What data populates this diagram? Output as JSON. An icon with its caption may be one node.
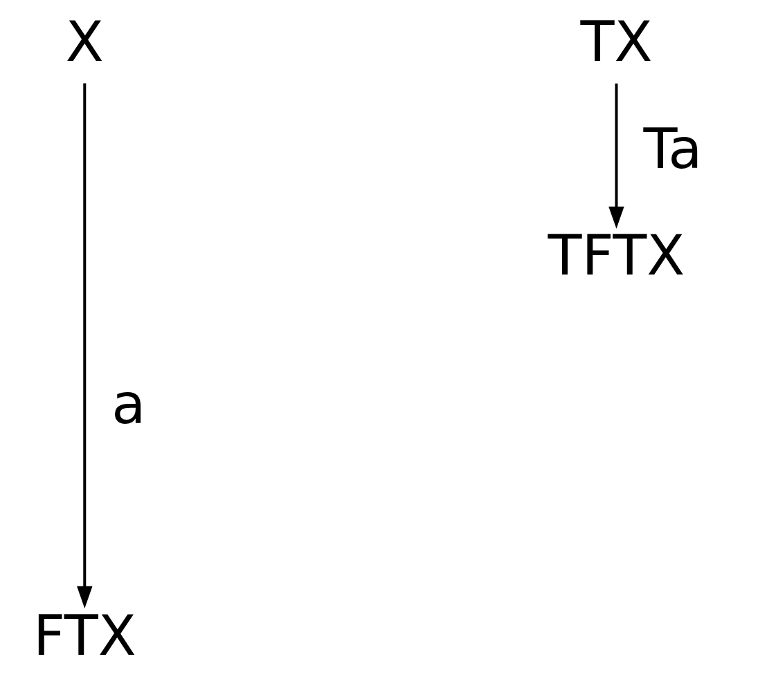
{
  "diagram": {
    "nodes": [
      {
        "text": [
          "X"
        ]
      },
      {
        "text": [
          "FTX"
        ]
      },
      {
        "text": [
          "TX"
        ]
      },
      {
        "text": [
          "TFTX"
        ]
      }
    ],
    "edges": [
      {
        "from": 0,
        "to": 1,
        "arrow": "to",
        "label": "a"
      },
      {
        "from": 2,
        "to": 3,
        "arrow": "to",
        "label": "Ta"
      }
    ]
  }
}
